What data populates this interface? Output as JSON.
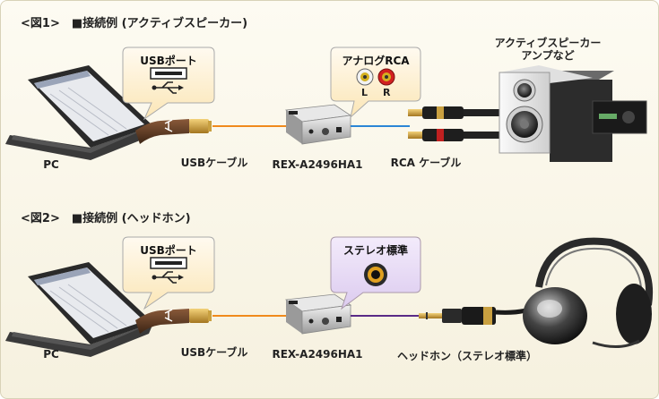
{
  "fig1": {
    "heading": "<図1>　■接続例 (アクティブスピーカー)",
    "usb_bubble": "USBポート",
    "analog_bubble": "アナログRCA",
    "analog_L": "L",
    "analog_R": "R",
    "speaker_label_1": "アクティブスピーカー",
    "speaker_label_2": "アンプなど",
    "pc_label": "PC",
    "cable_label": "USBケーブル",
    "device_label": "REX-A2496HA1",
    "rca_label": "RCA ケーブル"
  },
  "fig2": {
    "heading": "<図2>　■接続例 (ヘッドホン)",
    "usb_bubble": "USBポート",
    "stereo_bubble": "ステレオ標準",
    "pc_label": "PC",
    "cable_label": "USBケーブル",
    "device_label": "REX-A2496HA1",
    "headphone_label": "ヘッドホン（ステレオ標準）"
  },
  "colors": {
    "usb_line": "#f08a1c",
    "rca_line": "#2b86d6",
    "phone_line": "#5a2a86",
    "bubble_fill": "#fff3d6",
    "bubble_fill_purple": "#eadcf6"
  }
}
